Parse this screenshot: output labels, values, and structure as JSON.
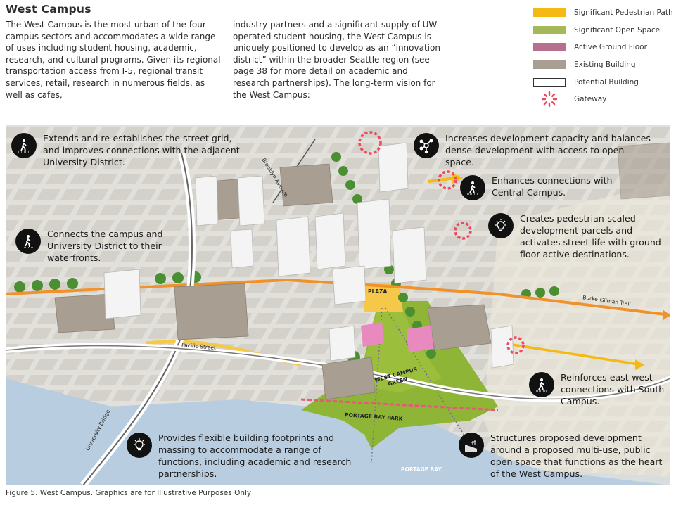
{
  "header": {
    "title": "West Campus"
  },
  "intro": {
    "left_column": "The West Campus is the most urban of the four campus sectors and accommodates a wide range of uses including student housing, academic, research, and cultural programs. Given its regional transportation access from I-5, regional transit services, retail, research in numerous fields, as well as cafes,",
    "right_column": "industry partners and a significant supply of UW-operated student housing, the West Campus is uniquely positioned to develop as an “innovation district” within the broader Seattle region (see page 38 for more detail on academic and research partnerships). The long-term vision for the West Campus:"
  },
  "legend": {
    "items": [
      {
        "label": "Significant Pedestrian Path",
        "color": "#f5b914",
        "type": "fill"
      },
      {
        "label": "Significant Open Space",
        "color": "#a4b85a",
        "type": "fill"
      },
      {
        "label": "Active Ground Floor",
        "color": "#b5708f",
        "type": "fill"
      },
      {
        "label": "Existing Building",
        "color": "#a89e91",
        "type": "fill"
      },
      {
        "label": "Potential Building",
        "color": "#ffffff",
        "type": "outline"
      },
      {
        "label": "Gateway",
        "color": "#ec4a5f",
        "type": "gateway"
      }
    ]
  },
  "callouts": [
    {
      "icon": "pedestrian-icon",
      "text": "Extends and re-establishes the street grid, and improves connections with the adjacent University District."
    },
    {
      "icon": "network-nodes-icon",
      "text": "Increases development capacity and balances dense development with access to open space."
    },
    {
      "icon": "pedestrian-icon",
      "text": "Enhances connections with Central Campus."
    },
    {
      "icon": "pedestrian-icon",
      "text": "Connects the campus and University District to their waterfronts."
    },
    {
      "icon": "lightbulb-icon",
      "text": "Creates pedestrian-scaled development parcels and activates street life with ground floor active destinations."
    },
    {
      "icon": "pedestrian-icon",
      "text": "Reinforces east-west connections with South Campus."
    },
    {
      "icon": "lightbulb-icon",
      "text": "Provides flexible building footprints and massing to accommodate a range of functions, including academic and research partnerships."
    },
    {
      "icon": "terrain-icon",
      "text": "Structures proposed development around a proposed multi-use, public open space that functions as the heart of the West Campus."
    }
  ],
  "map_labels": {
    "brooklyn_avenue": "Brooklyn Avenue",
    "plaza": "PLAZA",
    "burke_gilman": "Burke-Gilman Trail",
    "pacific_street": "Pacific Street",
    "west_campus_green_1": "WEST CAMPUS",
    "west_campus_green_2": "GREEN",
    "portage_bay_park": "PORTAGE BAY PARK",
    "university_bridge": "University Bridge",
    "portage_bay": "PORTAGE BAY"
  },
  "colors": {
    "pedestrian_path": "#f5b914",
    "open_space": "#a4b85a",
    "active_ground_floor": "#b5708f",
    "existing_building": "#a89e91",
    "gateway": "#ec4a5f",
    "trail": "#f0912a",
    "water": "#b9cde0"
  },
  "caption": "Figure 5. West Campus. Graphics are for Illustrative Purposes Only"
}
